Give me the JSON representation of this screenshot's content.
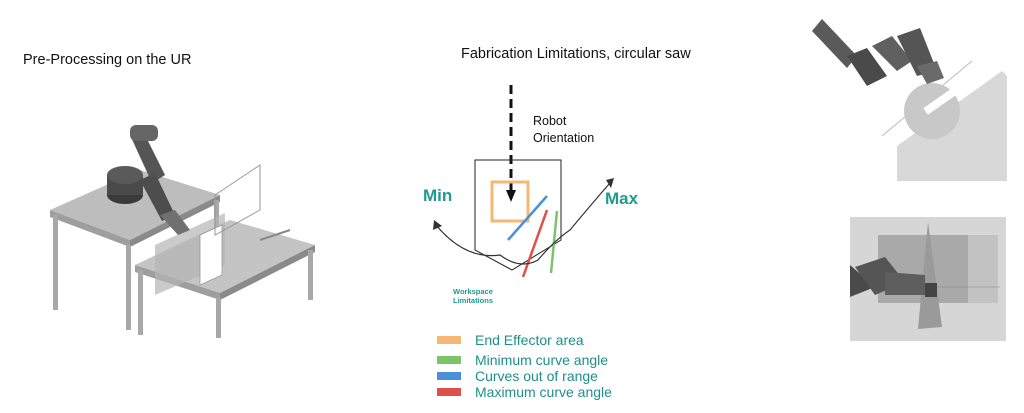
{
  "left_panel": {
    "title": "Pre-Processing on the UR"
  },
  "center_panel": {
    "title": "Fabrication Limitations, circular saw",
    "robot_orientation_line1": "Robot",
    "robot_orientation_line2": "Orientation",
    "min_label": "Min",
    "max_label": "Max",
    "workspace_line1": "Workspace",
    "workspace_line2": "Limitations"
  },
  "legend": {
    "items": [
      {
        "label": "End Effector area",
        "color": "#f5b774"
      },
      {
        "label": "Minimum curve angle",
        "color": "#7cc46a"
      },
      {
        "label": "Curves out of range",
        "color": "#4a90d9"
      },
      {
        "label": " Maximum curve angle",
        "color": "#e0504a"
      }
    ]
  },
  "colors": {
    "teal": "#1f9a90",
    "orange": "#f5b774",
    "green": "#7cc46a",
    "blue": "#4a90d9",
    "red": "#e0504a"
  }
}
